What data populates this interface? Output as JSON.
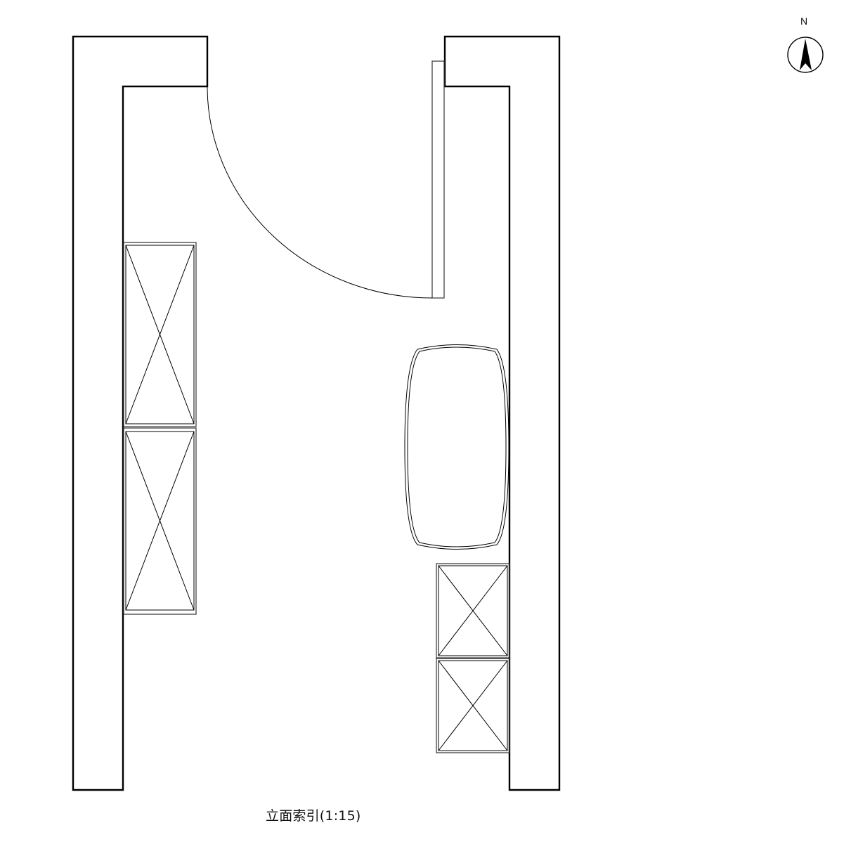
{
  "drawing": {
    "title": "立面索引(1:15)",
    "north_label": "N",
    "icons": {
      "north_arrow": "north-arrow-icon"
    },
    "colors": {
      "line": "#000000",
      "background": "#ffffff"
    },
    "elements": {
      "left_wall": "L-shaped wall (west)",
      "right_wall": "L-shaped wall (east)",
      "door": "swing door with arc",
      "left_cabinets": 2,
      "right_cabinets": 2,
      "table": "rounded rectangular table"
    }
  }
}
